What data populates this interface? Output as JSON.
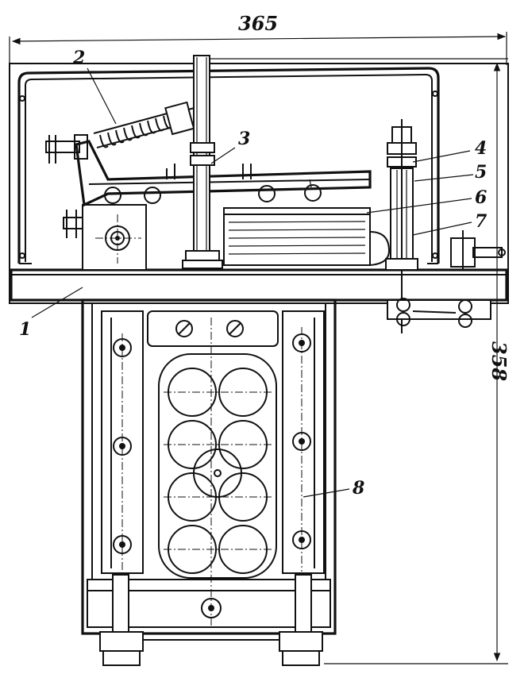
{
  "dimensions": {
    "width_label": "365",
    "height_label": "358"
  },
  "callouts": [
    {
      "id": "1",
      "text": "1"
    },
    {
      "id": "2",
      "text": "2"
    },
    {
      "id": "3",
      "text": "3"
    },
    {
      "id": "4",
      "text": "4"
    },
    {
      "id": "5",
      "text": "5"
    },
    {
      "id": "6",
      "text": "6"
    },
    {
      "id": "7",
      "text": "7"
    },
    {
      "id": "8",
      "text": "8"
    }
  ]
}
